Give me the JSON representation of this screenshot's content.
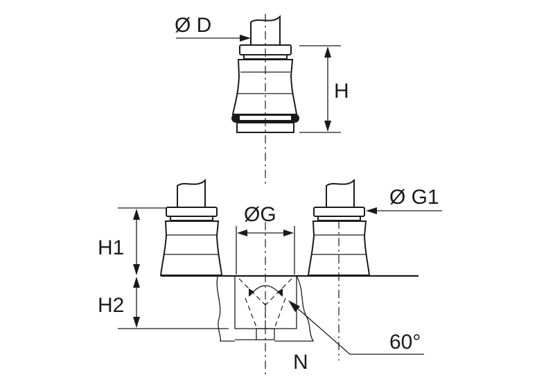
{
  "labels": {
    "d": "Ø D",
    "h": "H",
    "g": "ØG",
    "g1": "Ø G1",
    "h1": "H1",
    "h2": "H2",
    "angle": "60°",
    "n": "N"
  },
  "icons": {
    "arrowhead": "filled-triangle"
  }
}
